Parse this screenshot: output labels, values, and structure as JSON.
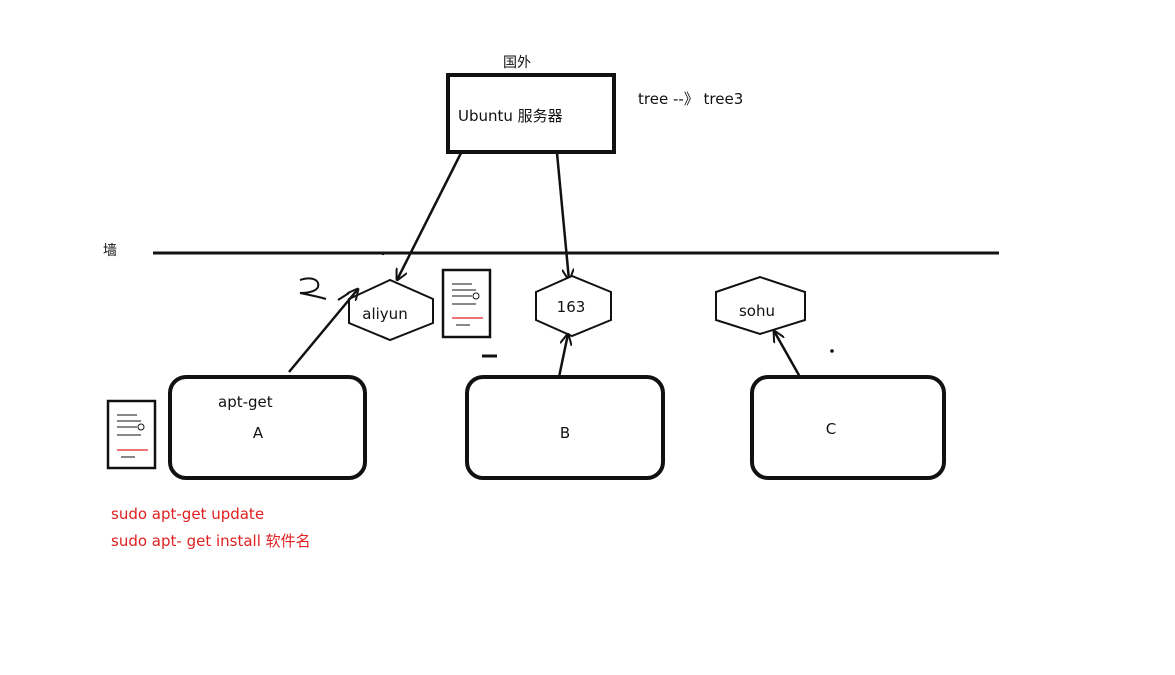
{
  "diagram": {
    "overseas_label": "国外",
    "server_label": "Ubuntu 服务器",
    "tree_note": "tree --》 tree3",
    "wall_label": "墙",
    "mirrors": [
      {
        "id": "aliyun",
        "label": "aliyun"
      },
      {
        "id": "163",
        "label": "163"
      },
      {
        "id": "sohu",
        "label": "sohu"
      }
    ],
    "clients": [
      {
        "id": "A",
        "label": "A",
        "tool": "apt-get"
      },
      {
        "id": "B",
        "label": "B"
      },
      {
        "id": "C",
        "label": "C"
      }
    ],
    "commands": [
      "sudo apt-get update",
      "sudo apt- get install  软件名"
    ],
    "colors": {
      "stroke": "#111111",
      "command_text": "#e02020",
      "doc_red_line": "#e02020"
    },
    "icons": [
      "document-icon",
      "document-icon"
    ]
  }
}
